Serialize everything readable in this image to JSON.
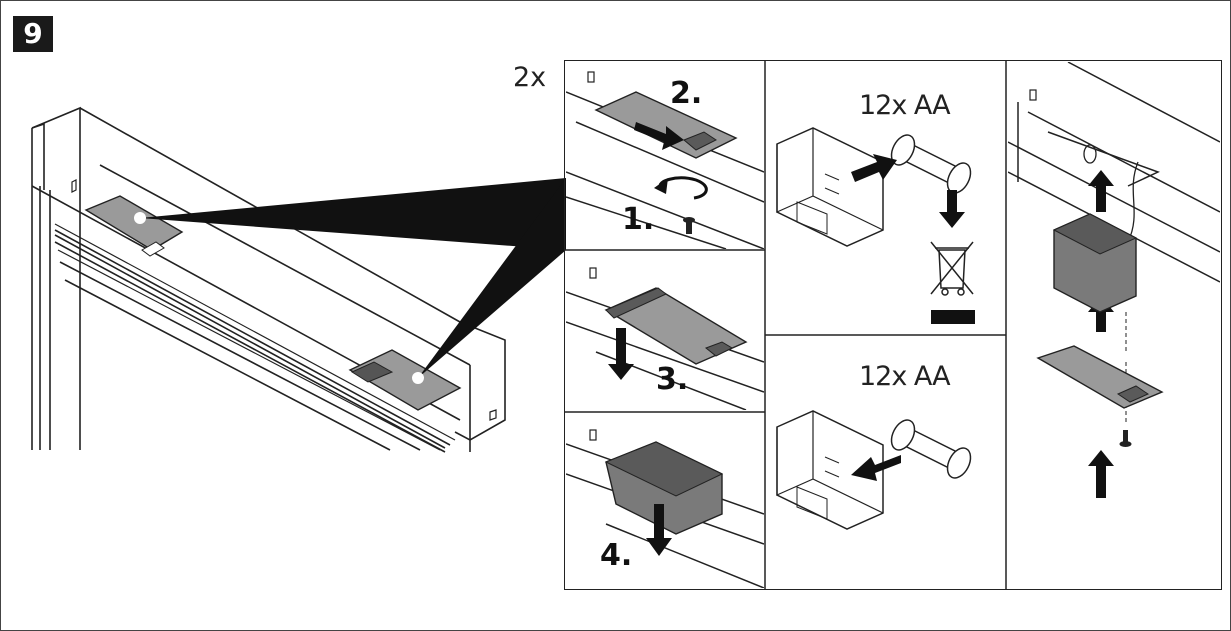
{
  "step": {
    "number": "9"
  },
  "quantity_label": "2x",
  "steps": {
    "s1": "1.",
    "s2": "2.",
    "s3": "3.",
    "s4": "4."
  },
  "batteries": {
    "remove_label": "12x AA",
    "insert_label": "12x AA"
  },
  "icons": {
    "disposal": "crossed-out-wheelie-bin-icon",
    "rotate": "counterclockwise-arrow-icon",
    "arrow": "arrow-icon"
  },
  "colors": {
    "line": "#222222",
    "fill_gray": "#9a9a9a",
    "fill_dark": "#5a5a5a",
    "badge": "#1a1a1a"
  }
}
